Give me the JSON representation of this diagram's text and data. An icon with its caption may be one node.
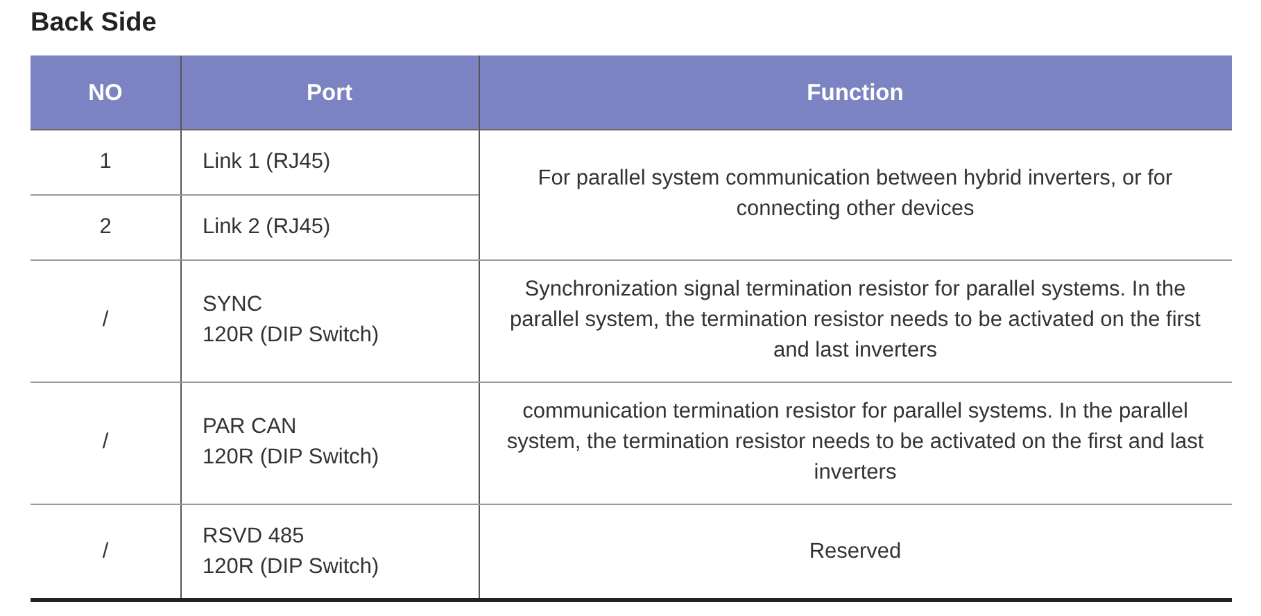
{
  "diagram": {
    "title": "Back Side",
    "labels": [
      "NO",
      "Port",
      "Function",
      "1",
      "Link 1 (RJ45)",
      "For parallel system communication between hybrid inverters, or for connecting other devices",
      "2",
      "Link 2 (RJ45)",
      "/",
      "SYNC",
      "120R (DIP Switch)",
      "Synchronization signal termination resistor for parallel systems. In the parallel system, the termination resistor needs to be activated on the first and last inverters",
      "/",
      "PAR CAN",
      "120R (DIP Switch)",
      "communication termination resistor for parallel systems. In the parallel system, the termination resistor needs to be activated on the first and last inverters",
      "/",
      "RSVD 485",
      "120R (DIP Switch)",
      "Reserved"
    ]
  }
}
